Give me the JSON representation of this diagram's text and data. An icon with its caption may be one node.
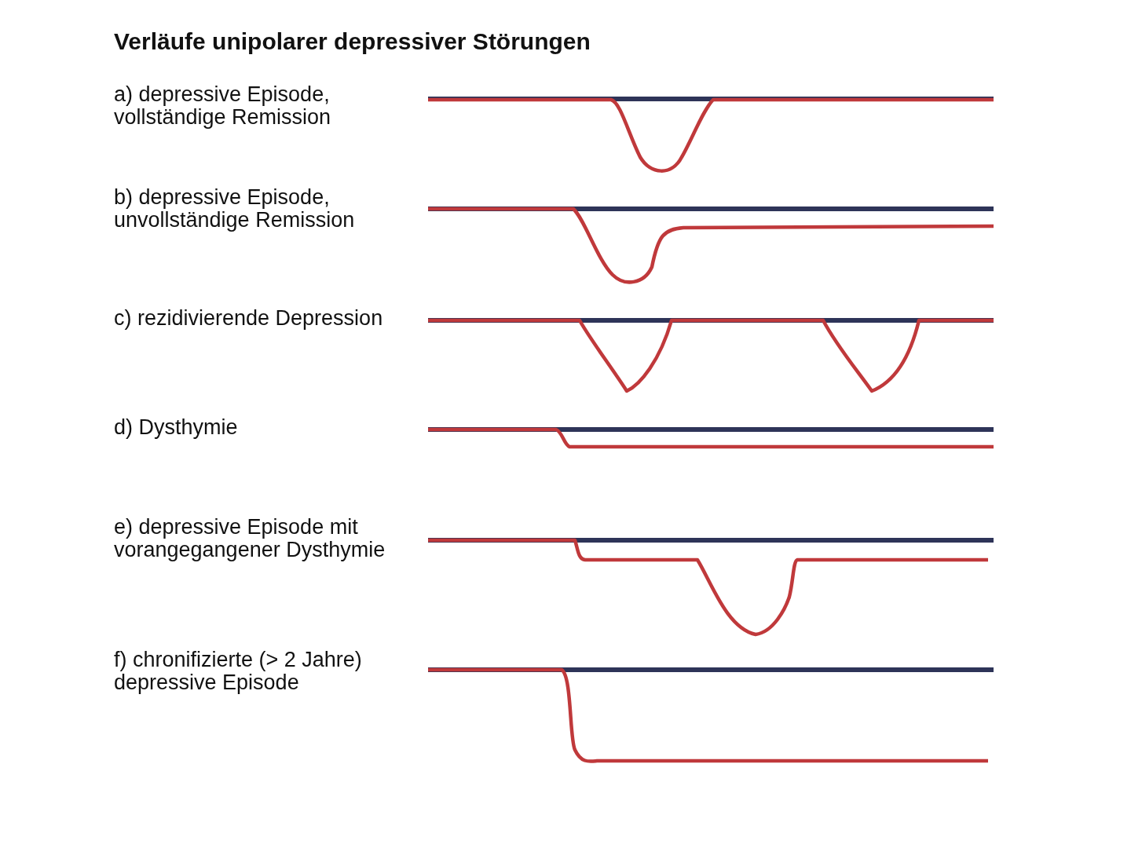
{
  "diagram": {
    "title": "Verläufe unipolarer depressiver Störungen",
    "labels": [
      "a) depressive Episode, vollständige Remission",
      "b) depressive Episode, unvollständige Remission",
      "c) rezidivierende Depression",
      "d) Dysthymie",
      "e) depressive Episode mit vorangegangener Dysthymie",
      "f) chronifizierte (> 2 Jahre) depressive Episode"
    ]
  }
}
